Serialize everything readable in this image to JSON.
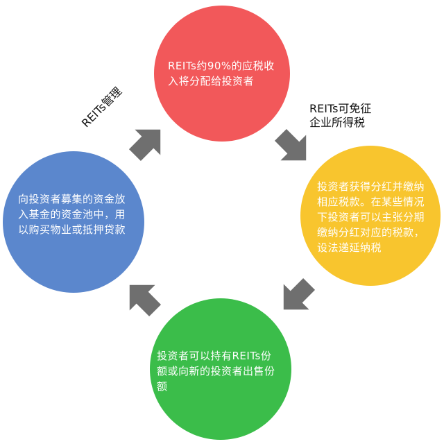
{
  "colors": {
    "red": "#f2585a",
    "blue": "#5b87cd",
    "yellow": "#f8c52e",
    "green": "#3bbd4a",
    "arrow": "#6f6f6f"
  },
  "nodes": {
    "top": "REITs约90%的应税收入将分配给投资者",
    "right": "投资者获得分红并缴纳相应税款。在某些情况下投资者可以主张分期缴纳分红对应的税款，设法递延纳税",
    "bottom": "投资者可以持有REITs份额或向新的投资者出售份额",
    "left": "向投资者募集的资金放入基金的资金池中，用以购买物业或抵押贷款"
  },
  "edges": {
    "left_to_top": "REITs管理",
    "top_to_right": "REITs可免征企业所得税"
  }
}
